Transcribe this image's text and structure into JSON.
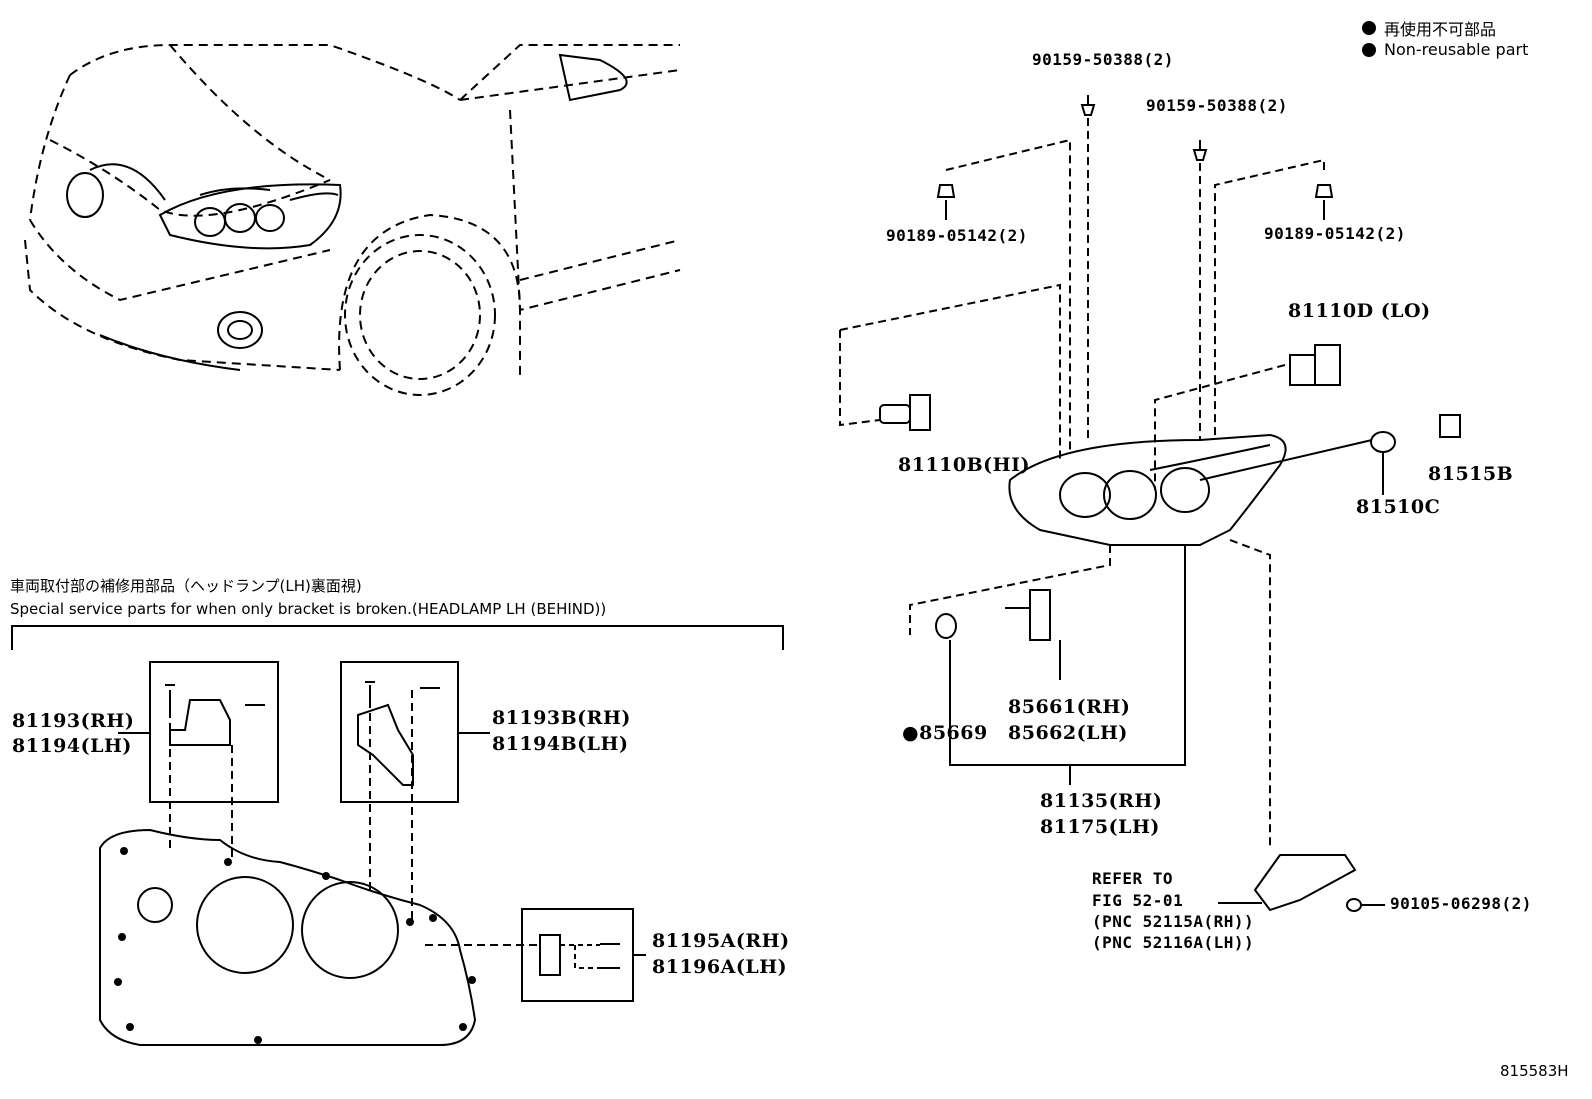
{
  "legend": {
    "jp": "再使用不可部品",
    "en": "Non-reusable part"
  },
  "section_caption": {
    "jp": "車両取付部の補修用部品（ヘッドランプ(LH)裏面視)",
    "en": "Special service parts for when only bracket is broken.(HEADLAMP LH (BEHIND))"
  },
  "parts": {
    "screw_top_left": "90159-50388(2)",
    "screw_top_right": "90159-50388(2)",
    "nut_left": "90189-05142(2)",
    "nut_right": "90189-05142(2)",
    "bulb_lo": "81110D (LO)",
    "bulb_hi": "81110B(HI)",
    "socket": "81515B",
    "bulb_small": "81510C",
    "seal_marker": "●",
    "seal": "85669",
    "actuator_rh": "85661(RH)",
    "actuator_lh": "85662(LH)",
    "unit_rh": "81135(RH)",
    "unit_lh": "81175(LH)",
    "refer_1": "REFER TO",
    "refer_2": "FIG 52-01",
    "refer_3": "(PNC 52115A(RH))",
    "refer_4": "(PNC 52116A(LH))",
    "bolt": "90105-06298(2)",
    "bracket_a_rh": "81193(RH)",
    "bracket_a_lh": "81194(LH)",
    "bracket_b_rh": "81193B(RH)",
    "bracket_b_lh": "81194B(LH)",
    "bracket_c_rh": "81195A(RH)",
    "bracket_c_lh": "81196A(LH)"
  },
  "figure_id": "815583H"
}
